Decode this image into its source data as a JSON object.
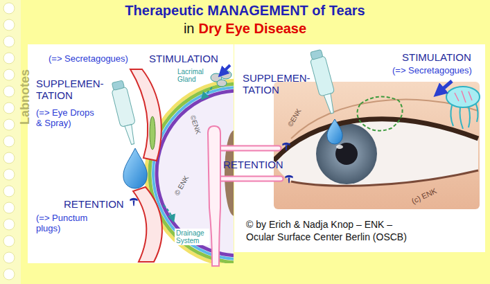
{
  "diagram": {
    "title": "Therapeutic MANAGEMENT of Tears",
    "caption": "© by Erich & Nadja Knop – ENK – Ocular Surface Center Berlin (OSCB)",
    "labels": [
      "in",
      "Dry Eye Disease",
      "Labnotes",
      "(=> Secretagogues)",
      "STIMULATION",
      "Lacrimal Gland",
      "©ENK",
      "SUPPLEMEN- TATION",
      "(=> Eye Drops & Spray)",
      "© ENK",
      "RETENTION",
      "(=> Punctum plugs)",
      "Drainage System",
      "RETENTION",
      "SUPPLEMEN- TATION",
      "©ENK",
      "STIMULATION",
      "(=> Secretagogues)",
      "(c) ENK"
    ]
  }
}
